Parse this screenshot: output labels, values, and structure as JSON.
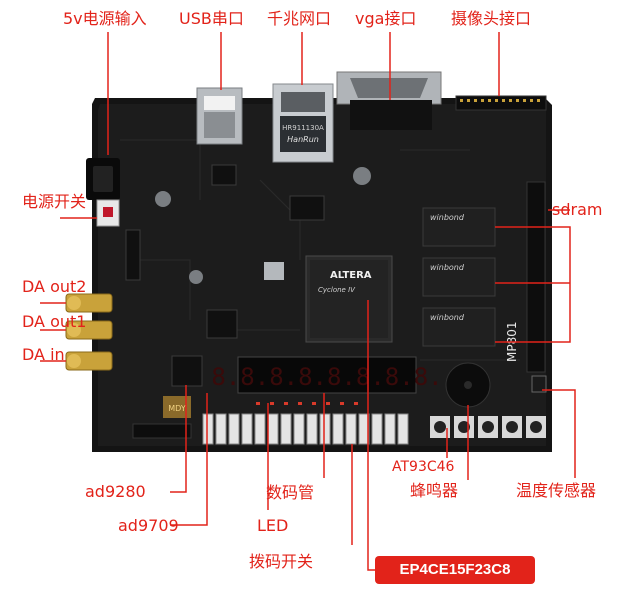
{
  "labels": {
    "power_input": "5v电源输入",
    "usb_serial": "USB串口",
    "gigabit_ethernet": "千兆网口",
    "vga_port": "vga接口",
    "camera_port": "摄像头接口",
    "power_switch": "电源开关",
    "sdram": "sdram",
    "da_out2": "DA out2",
    "da_out1": "DA out1",
    "da_in": "DA in",
    "eeprom": "AT93C46",
    "buzzer": "蜂鸣器",
    "temp_sensor": "温度传感器",
    "ad9280": "ad9280",
    "seven_segment": "数码管",
    "ad9709": "ad9709",
    "led": "LED",
    "dip_switch": "拨码开关",
    "fpga_chip": "EP4CE15F23C8"
  },
  "board": {
    "model": "MP801",
    "fpga_brand": "ALTERA",
    "fpga_family": "Cyclone IV",
    "sdram_brand": "winbond",
    "ethernet_jack": "HanRun",
    "ethernet_part": "HR911130A",
    "logo": "MDY",
    "seven_segment_display": "8.8.8.8.8.8.8.8."
  },
  "colors": {
    "label_red": "#e2231a",
    "board_black": "#141414",
    "connector_gold": "#c9a23a"
  }
}
